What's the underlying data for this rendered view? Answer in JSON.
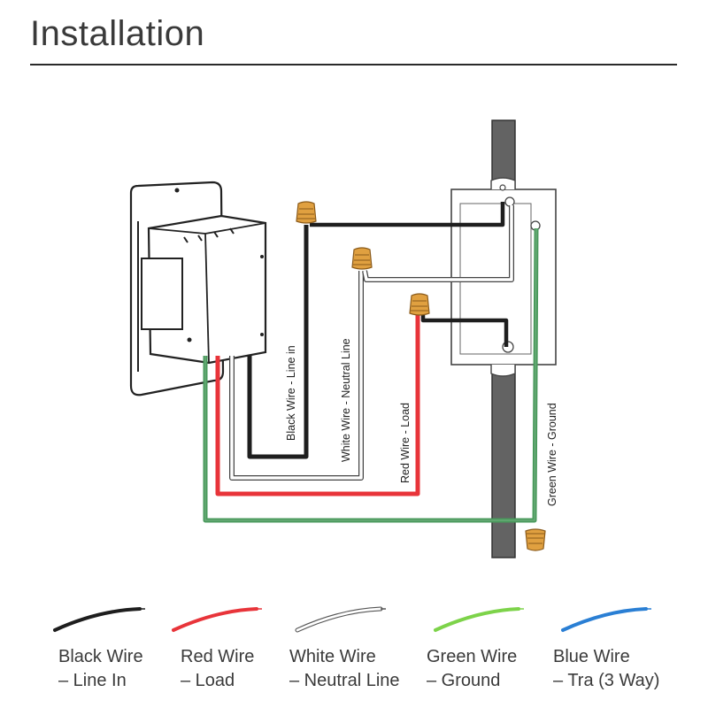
{
  "title": "Installation",
  "diagram_labels": {
    "black": "Black Wire - Line in",
    "white": "White Wire - Neutral Line",
    "red": "Red Wire - Load",
    "green": "Green Wire - Ground"
  },
  "colors": {
    "black_wire": "#1e1e1e",
    "red_wire": "#e8343a",
    "white_wire": "#ffffff",
    "green_wire": "#4a9a5c",
    "blue_wire": "#2a7fd4",
    "wire_nut": "#e0a040",
    "pole": "#636363"
  },
  "legend": [
    {
      "line1": "Black Wire",
      "line2": "– Line In",
      "color": "#1e1e1e"
    },
    {
      "line1": "Red Wire",
      "line2": "– Load",
      "color": "#e8343a"
    },
    {
      "line1": "White Wire",
      "line2": "– Neutral Line",
      "color": "#ffffff"
    },
    {
      "line1": "Green Wire",
      "line2": "– Ground",
      "color": "#7dd34a"
    },
    {
      "line1": "Blue Wire",
      "line2": "– Tra (3 Way)",
      "color": "#2a7fd4"
    }
  ]
}
